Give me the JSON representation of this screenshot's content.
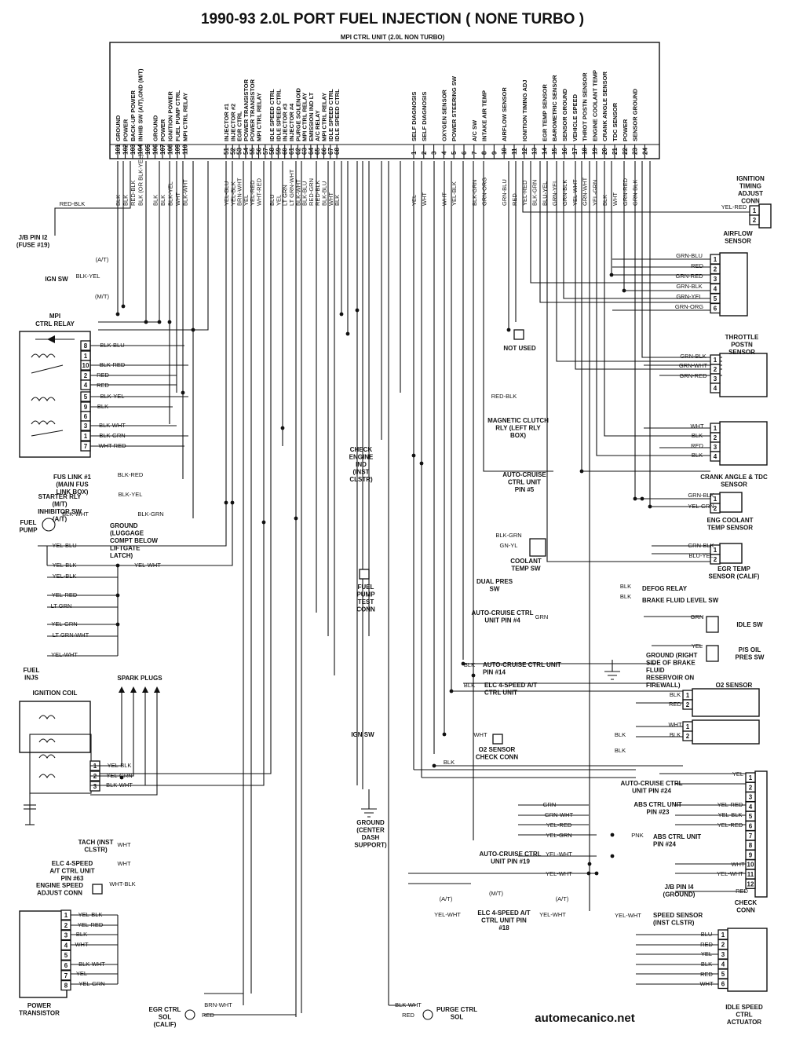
{
  "title": "1990-93 2.0L PORT FUEL INJECTION ( NONE TURBO )",
  "subtitle": "MPI CTRL UNIT (2.0L NON TURBO)",
  "watermark": "automecanico.net",
  "ecu_pins": [
    {
      "pin": "101",
      "label": "GROUND",
      "wire": "BLK"
    },
    {
      "pin": "102",
      "label": "POWER",
      "wire": "BLK"
    },
    {
      "pin": "103",
      "label": "BACK-UP POWER",
      "wire": "RED-BLK"
    },
    {
      "pin": "104",
      "label": "INHIB SW (A/T),GND (M/T)",
      "wire": "BLK (OR BLK-YEL)"
    },
    {
      "pin": "105",
      "label": "",
      "wire": ""
    },
    {
      "pin": "106",
      "label": "GROUND",
      "wire": "BLK"
    },
    {
      "pin": "107",
      "label": "POWER",
      "wire": "BLK"
    },
    {
      "pin": "108",
      "label": "IGNITION POWER",
      "wire": "BLK-YEL"
    },
    {
      "pin": "109",
      "label": "FUEL PUMP CTRL",
      "wire": "WHT"
    },
    {
      "pin": "110",
      "label": "MPI CTRL RELAY",
      "wire": "BLK-WHT"
    },
    {
      "pin": "51",
      "label": "INJECTOR #1",
      "wire": "YEL-BLU"
    },
    {
      "pin": "52",
      "label": "INJECTOR #2",
      "wire": "YEL-BLK"
    },
    {
      "pin": "53",
      "label": "EGR CTRL",
      "wire": "BRN-WHT"
    },
    {
      "pin": "54",
      "label": "POWER TRANSISTOR",
      "wire": "YEL"
    },
    {
      "pin": "55",
      "label": "POWER TRANSISTOR",
      "wire": "YEL-RED"
    },
    {
      "pin": "56",
      "label": "MPI CTRL RELAY",
      "wire": "WHT-RED"
    },
    {
      "pin": "57",
      "label": "",
      "wire": ""
    },
    {
      "pin": "58",
      "label": "IDLE SPEED CTRL",
      "wire": "BLU"
    },
    {
      "pin": "59",
      "label": "IDLE SPEED CTRL",
      "wire": "YEL"
    },
    {
      "pin": "60",
      "label": "INJECTOR #3",
      "wire": "LT GRN"
    },
    {
      "pin": "61",
      "label": "INJECTOR #4",
      "wire": "LT GRN-WHT"
    },
    {
      "pin": "62",
      "label": "PURGE SOLENOID",
      "wire": "BLK-WHT"
    },
    {
      "pin": "63",
      "label": "MPI CTRL RELAY",
      "wire": "BLK-BLU"
    },
    {
      "pin": "64",
      "label": "EMISSION IND LT",
      "wire": "RED-GRN"
    },
    {
      "pin": "65",
      "label": "A/C RELAY",
      "wire": "RED-BLK"
    },
    {
      "pin": "66",
      "label": "MPI CTRL RELAY",
      "wire": "BLK-BLU"
    },
    {
      "pin": "67",
      "label": "IDLE SPEED CTRL",
      "wire": "WHT"
    },
    {
      "pin": "68",
      "label": "IDLE SPEED CTRL",
      "wire": "BLK"
    },
    {
      "pin": "1",
      "label": "SELF DIAGNOSIS",
      "wire": "YEL"
    },
    {
      "pin": "2",
      "label": "SELF DIAGNOSIS",
      "wire": "WHT"
    },
    {
      "pin": "3",
      "label": "",
      "wire": ""
    },
    {
      "pin": "4",
      "label": "OXYGEN SENSOR",
      "wire": "WHT"
    },
    {
      "pin": "5",
      "label": "POWER STEERING SW",
      "wire": "YEL-BLK"
    },
    {
      "pin": "6",
      "label": "",
      "wire": ""
    },
    {
      "pin": "7",
      "label": "A/C SW",
      "wire": "BLK-GRN"
    },
    {
      "pin": "8",
      "label": "INTAKE AIR TEMP",
      "wire": "GRN-ORG"
    },
    {
      "pin": "9",
      "label": "",
      "wire": ""
    },
    {
      "pin": "10",
      "label": "AIRFLOW SENSOR",
      "wire": "GRN-BLU"
    },
    {
      "pin": "11",
      "label": "",
      "wire": "RED"
    },
    {
      "pin": "12",
      "label": "IGNITION TIMING ADJ",
      "wire": "YEL-RED"
    },
    {
      "pin": "13",
      "label": "",
      "wire": "BLK-GRN"
    },
    {
      "pin": "14",
      "label": "EGR TEMP SENSOR",
      "wire": "BLU-YEL"
    },
    {
      "pin": "15",
      "label": "BAROMETRIC SENSOR",
      "wire": "GRN-YEL"
    },
    {
      "pin": "16",
      "label": "SENSOR GROUND",
      "wire": "GRN-BLK"
    },
    {
      "pin": "17",
      "label": "VEHICLE SPEED",
      "wire": "YEL-WHT"
    },
    {
      "pin": "18",
      "label": "THROT POSTN SENSOR",
      "wire": "GRN-WHT"
    },
    {
      "pin": "19",
      "label": "ENGINE COOLANT TEMP",
      "wire": "YEL-GRN"
    },
    {
      "pin": "20",
      "label": "CRANK ANGLE SENSOR",
      "wire": "BLK"
    },
    {
      "pin": "21",
      "label": "TDC SENSOR",
      "wire": "WHT"
    },
    {
      "pin": "22",
      "label": "POWER",
      "wire": "GRN-RED"
    },
    {
      "pin": "23",
      "label": "SENSOR GROUND",
      "wire": "GRN-BLK"
    },
    {
      "pin": "24",
      "label": "",
      "wire": ""
    }
  ],
  "components": {
    "ign_timing": "IGNITION TIMING ADJUST CONN",
    "airflow": "AIRFLOW SENSOR",
    "throttle": "THROTTLE POSTN SENSOR",
    "crank": "CRANK ANGLE & TDC SENSOR",
    "coolant_sensor": "ENG COOLANT TEMP SENSOR",
    "egr_temp": "EGR TEMP SENSOR (CALIF)",
    "idle_sw": "IDLE SW",
    "ps_oil": "P/S OIL PRES SW",
    "o2_sensor": "O2 SENSOR",
    "check_conn": "CHECK CONN",
    "idle_actuator": "IDLE SPEED CTRL ACTUATOR",
    "mpi_relay": "MPI CTRL RELAY",
    "ign_coil": "IGNITION COIL",
    "spark_plugs": "SPARK PLUGS",
    "power_transistor": "POWER TRANSISTOR",
    "fuel_injs": "FUEL INJS",
    "fuel_pump": "FUEL PUMP",
    "not_used": "NOT USED",
    "mag_clutch": "MAGNETIC CLUTCH RLY (LEFT RLY BOX)",
    "check_engine": "CHECK ENGINE IND (INST CLSTR)",
    "fuel_pump_test": "FUEL PUMP TEST CONN",
    "coolant_sw": "COOLANT TEMP SW",
    "dual_pres": "DUAL PRES SW",
    "o2_check": "O2 SENSOR CHECK CONN",
    "ground_center": "GROUND (CENTER DASH SUPPORT)",
    "egr_sol": "EGR CTRL SOL (CALIF)",
    "purge_sol": "PURGE CTRL SOL",
    "ground_right": "GROUND (RIGHT SIDE OF BRAKE FLUID RESERVOIR ON FIREWALL)",
    "jb_fuse": "J/B PIN I2 (FUSE #19)",
    "ign_sw": "IGN SW",
    "fus_link": "FUS LINK #1 (MAIN FUS LINK BOX)",
    "starter_rly": "STARTER RLY (M/T) INHIBITOR SW (A/T)",
    "fuel_ground": "GROUND (LUGGAGE COMPT BELOW LIFTGATE LATCH)",
    "tach": "TACH (INST CLSTR)",
    "elc_63": "ELC 4-SPEED A/T CTRL UNIT PIN #63",
    "eng_speed": "ENGINE SPEED ADJUST CONN",
    "auto_cruise_5": "AUTO-CRUISE CTRL UNIT PIN #5",
    "auto_cruise_4": "AUTO-CRUISE CTRL UNIT PIN #4",
    "auto_cruise_14": "AUTO-CRUISE CTRL UNIT PIN #14",
    "elc_unit": "ELC 4-SPEED A/T CTRL UNIT",
    "defog": "DEFOG RELAY",
    "brake_fluid": "BRAKE FLUID LEVEL SW",
    "auto_cruise_24": "AUTO-CRUISE CTRL UNIT PIN #24",
    "abs_23": "ABS CTRL UNIT PIN #23",
    "abs_24": "ABS CTRL UNIT PIN #24",
    "auto_cruise_19": "AUTO-CRUISE CTRL UNIT PIN #19",
    "jb_14": "J/B PIN I4 (GROUND)",
    "speed_sensor": "SPEED SENSOR (INST CLSTR)",
    "elc_18": "ELC 4-SPEED A/T CTRL UNIT PIN #18",
    "ign_sw2": "IGN SW"
  }
}
